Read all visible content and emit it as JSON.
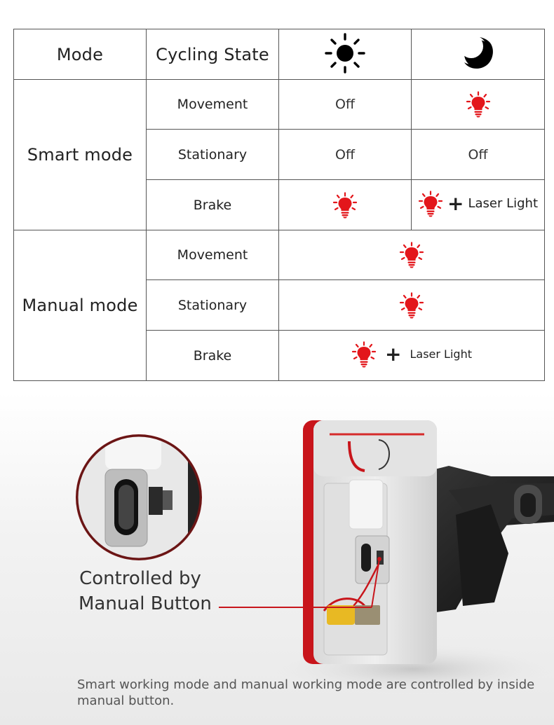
{
  "table": {
    "header": {
      "mode": "Mode",
      "state": "Cycling State",
      "day_icon": "sun-icon",
      "night_icon": "moon-icon"
    },
    "smart": {
      "label": "Smart mode",
      "rows": [
        {
          "state": "Movement",
          "day": "Off",
          "night_icon": "red-bulb-icon"
        },
        {
          "state": "Stationary",
          "day": "Off",
          "night": "Off"
        },
        {
          "state": "Brake",
          "day_icon": "red-bulb-icon",
          "night_icon": "red-bulb-icon",
          "night_extra": "Laser Light"
        }
      ]
    },
    "manual": {
      "label": "Manual mode",
      "rows": [
        {
          "state": "Movement",
          "icon": "red-bulb-icon"
        },
        {
          "state": "Stationary",
          "icon": "red-bulb-icon"
        },
        {
          "state": "Brake",
          "icon": "red-bulb-icon",
          "extra": "Laser Light"
        }
      ]
    }
  },
  "callout": {
    "line1": "Controlled by",
    "line2": "Manual Button"
  },
  "caption": "Smart working mode and manual working mode are controlled by inside manual button.",
  "colors": {
    "bulb_red": "#e3161b",
    "border": "#555555",
    "callout_line": "#c8151b"
  }
}
